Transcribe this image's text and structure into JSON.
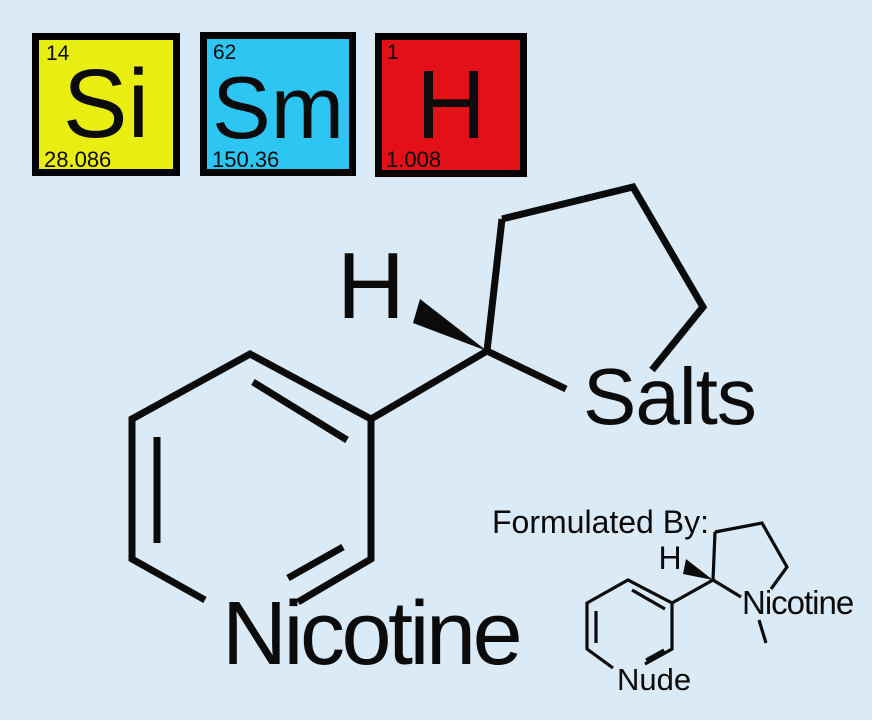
{
  "colors": {
    "background": "#dbeaf7",
    "ink": "#0b0b0b",
    "tile_border": "#000000",
    "silicon_yellow": "#e7ee10",
    "samarium_cyan": "#2dc5f1",
    "hydrogen_red": "#e31017"
  },
  "periodic_tiles": [
    {
      "atomic_number": "14",
      "symbol": "Si",
      "atomic_mass": "28.086",
      "color": "#e7ee10"
    },
    {
      "atomic_number": "62",
      "symbol": "Sm",
      "atomic_mass": "150.36",
      "color": "#2dc5f1"
    },
    {
      "atomic_number": "1",
      "symbol": "H",
      "atomic_mass": "1.008",
      "color": "#e31017"
    }
  ],
  "main_structure": {
    "stereo_hydrogen": "H",
    "pyrrolidine_nitrogen_word": "Salts",
    "pyridine_nitrogen_word": "Nicotine"
  },
  "attribution": {
    "label": "Formulated By:",
    "structure": {
      "stereo_hydrogen": "H",
      "pyrrolidine_nitrogen_word": "Nicotine",
      "pyridine_nitrogen_word": "Nude"
    }
  }
}
